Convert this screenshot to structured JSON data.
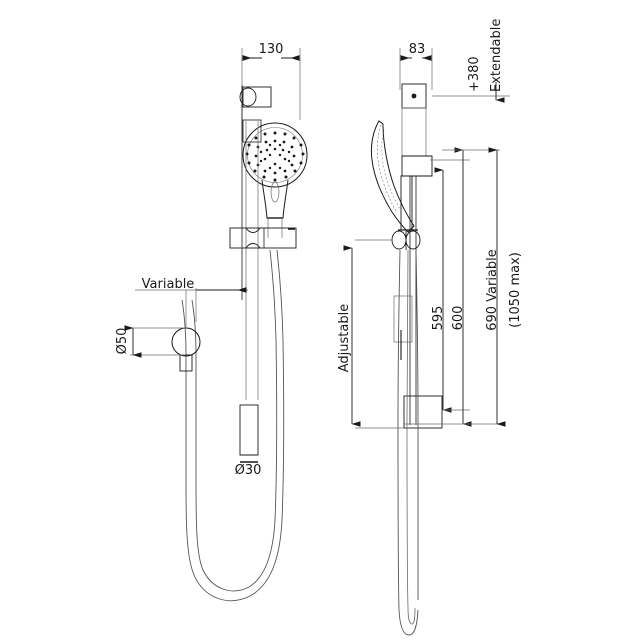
{
  "drawing": {
    "type": "technical-dimension-drawing",
    "subject": "shower rail slide set with handset and hose",
    "views": [
      {
        "name": "front-elevation",
        "label": ""
      },
      {
        "name": "side-elevation",
        "label": ""
      }
    ],
    "dimensions": {
      "front_width": "130",
      "side_width": "83",
      "extend_increment": "+380",
      "extendable_label": "Extendable",
      "rail_595": "595",
      "rail_600": "600",
      "overall_variable": "690 Variable",
      "overall_max": "(1050 max)",
      "adjustable_label": "Adjustable",
      "variable_label": "Variable",
      "wall_outlet_dia": "Ø50",
      "rail_dia": "Ø30"
    },
    "colors": {
      "line": "#1a1a1a",
      "thin_line": "#6b6b6b",
      "hose_line": "#555555",
      "background": "#ffffff",
      "text": "#1a1a1a"
    }
  }
}
